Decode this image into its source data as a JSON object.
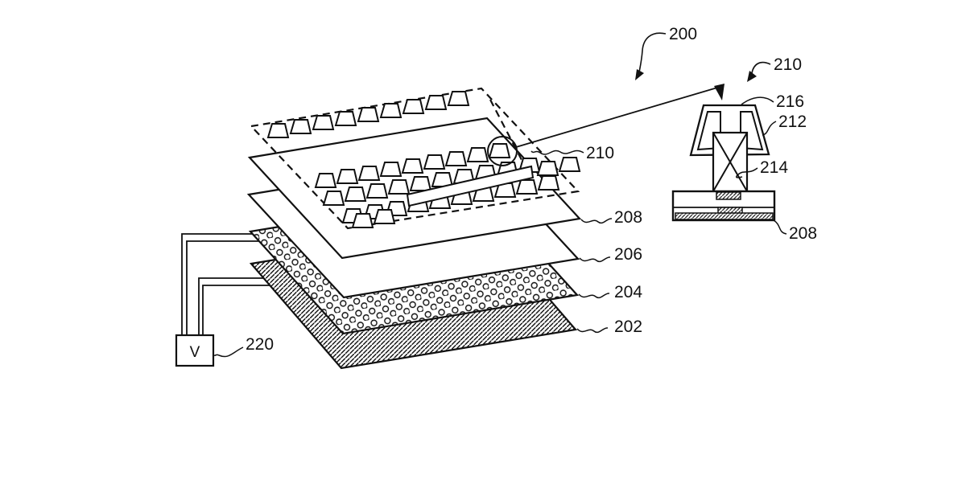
{
  "labels": {
    "assembly": "200",
    "key_callout": "210",
    "detail_callout": "210",
    "keycap": "216",
    "keycap_sidewall": "212",
    "support_mechanism": "214",
    "detail_base": "208",
    "layer_keyboard_plate": "208",
    "layer_middle": "206",
    "layer_dotted": "204",
    "layer_hatched": "202",
    "voltage_source": "220",
    "voltage_source_symbol": "V"
  }
}
